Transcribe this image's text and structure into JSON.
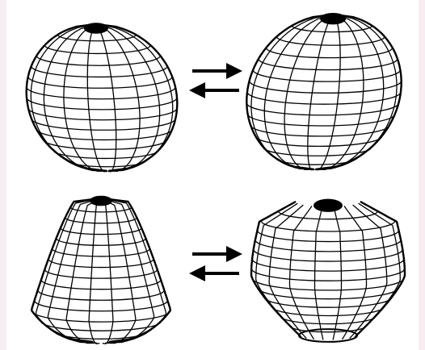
{
  "figure": {
    "background_color": "#f7ecf2",
    "panel_color": "#ffffff",
    "line_color": "#000000",
    "rows": [
      {
        "left_shape": "oblate-wireframe-ellipsoid",
        "right_shape": "prolate-wireframe-ellipsoid",
        "arrows": [
          "arrow-right",
          "arrow-left"
        ]
      },
      {
        "left_shape": "pear-wireframe-shape",
        "right_shape": "inverted-pear-wireframe-shape",
        "arrows": [
          "arrow-right",
          "arrow-left"
        ]
      }
    ]
  }
}
